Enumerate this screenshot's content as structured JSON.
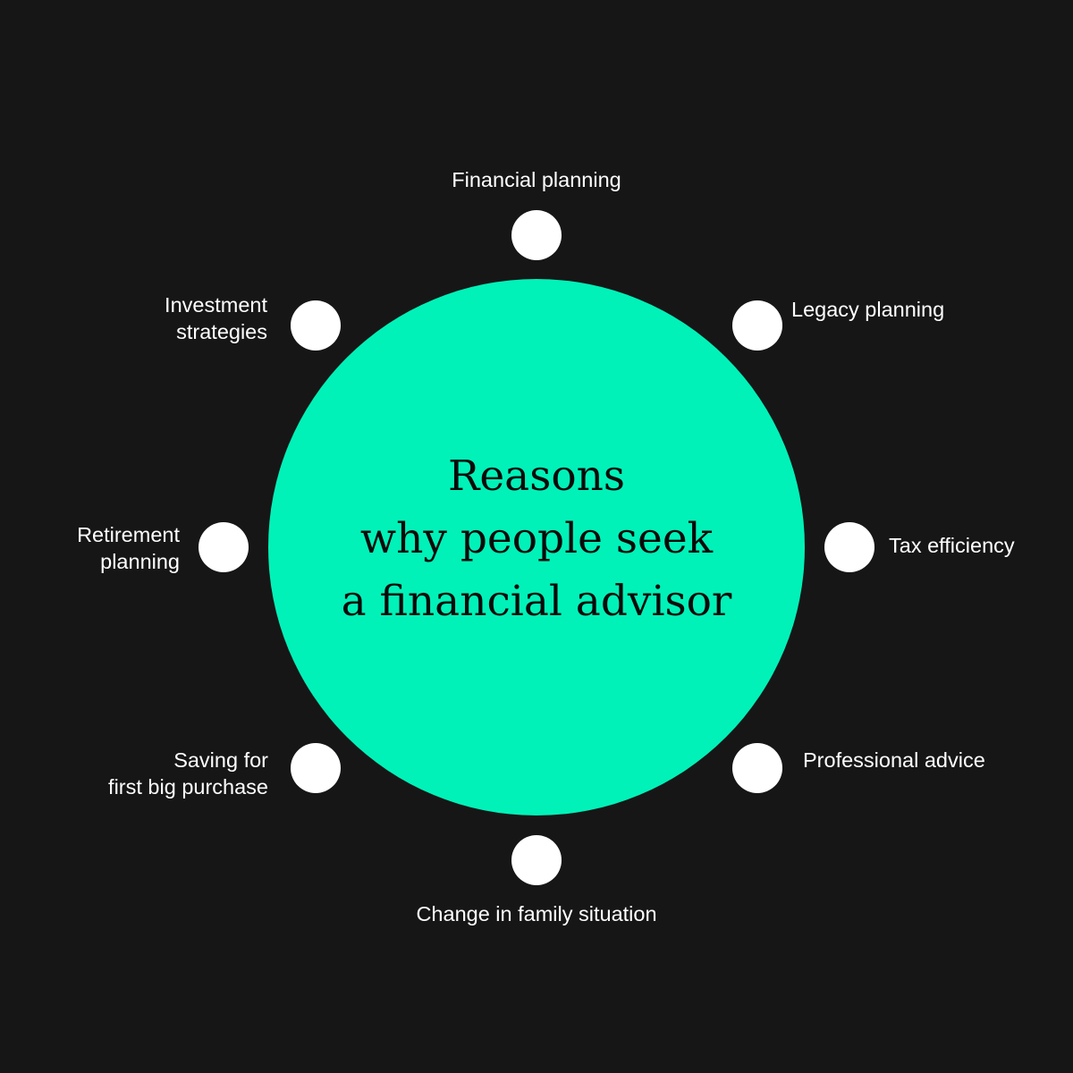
{
  "colors": {
    "background": "#161616",
    "center_circle": "#00F2B8",
    "center_text": "#0a0a0a",
    "dots": "#ffffff",
    "labels": "#ffffff"
  },
  "center": {
    "title_lines": [
      "Reasons",
      "why people seek",
      "a financial advisor"
    ]
  },
  "reasons": {
    "financial_planning": [
      "Financial planning"
    ],
    "legacy_planning": [
      "Legacy planning"
    ],
    "tax_efficiency": [
      "Tax efficiency"
    ],
    "professional_advice": [
      "Professional advice"
    ],
    "change_in_family_situation": [
      "Change in family situation"
    ],
    "saving_for_first_big_purchase": [
      "Saving for",
      "first big purchase"
    ],
    "retirement_planning": [
      "Retirement",
      "planning"
    ],
    "investment_strategies": [
      "Investment",
      "strategies"
    ]
  }
}
